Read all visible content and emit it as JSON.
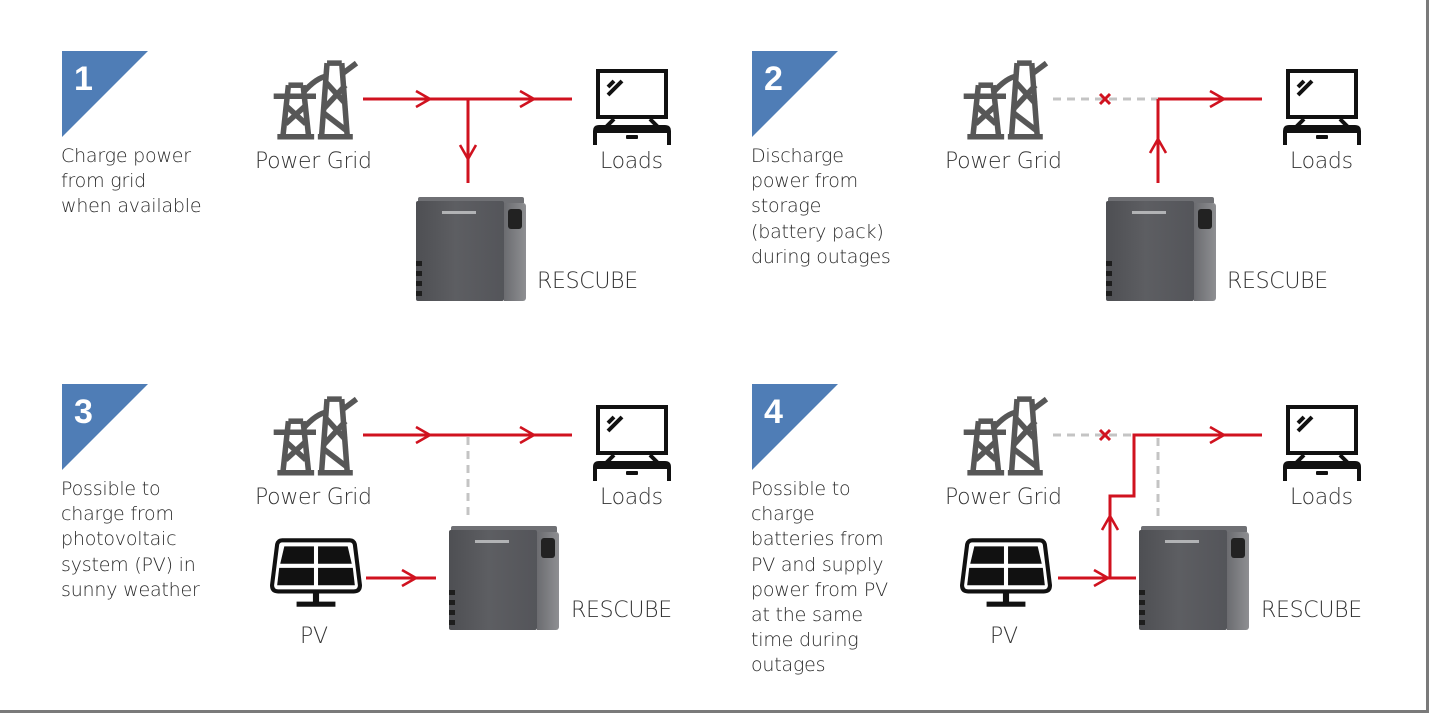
{
  "colors": {
    "badge": "#4f7db6",
    "flow_active": "#d0121f",
    "flow_inactive": "#c4c4c4",
    "icon_grid": "#575757",
    "icon_dark": "#111111",
    "frame": "#7a7a7a"
  },
  "panels": [
    {
      "number": "1",
      "description": "Charge power\nfrom grid\nwhen available",
      "labels": {
        "grid": "Power Grid",
        "loads": "Loads",
        "storage": "RESCUBE"
      },
      "grid_status": "connected"
    },
    {
      "number": "2",
      "description": "Discharge\npower from\nstorage\n(battery pack)\nduring outages",
      "labels": {
        "grid": "Power Grid",
        "loads": "Loads",
        "storage": "RESCUBE"
      },
      "grid_status": "outage"
    },
    {
      "number": "3",
      "description": "Possible to\ncharge from\nphotovoltaic\nsystem (PV) in\nsunny weather",
      "labels": {
        "grid": "Power Grid",
        "loads": "Loads",
        "storage": "RESCUBE",
        "pv": "PV"
      },
      "grid_status": "connected"
    },
    {
      "number": "4",
      "description": "Possible to\ncharge\nbatteries from\nPV and supply\npower from PV\nat the same\ntime during\noutages",
      "labels": {
        "grid": "Power Grid",
        "loads": "Loads",
        "storage": "RESCUBE",
        "pv": "PV"
      },
      "grid_status": "outage"
    }
  ],
  "icons": {
    "grid": "power-tower-icon",
    "loads": "tv-monitor-icon",
    "pv": "solar-panel-icon",
    "storage": "battery-unit-image",
    "badge": "numbered-triangle-badge",
    "break": "x-mark-icon"
  }
}
